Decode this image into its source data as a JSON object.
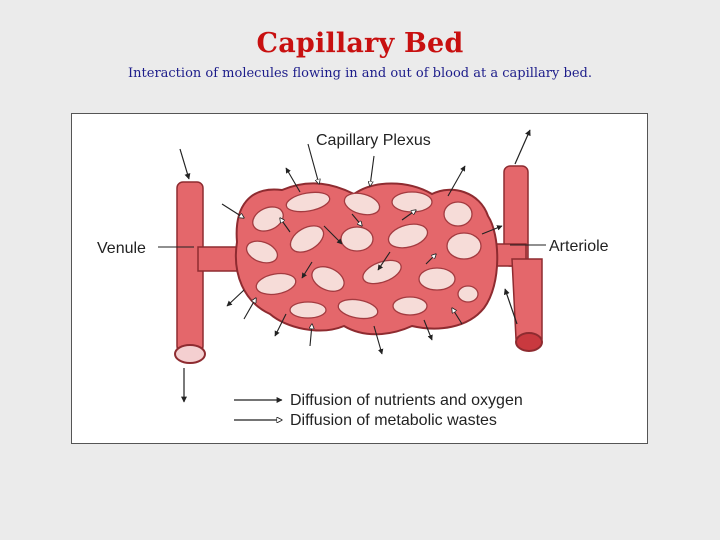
{
  "slide": {
    "title": "Capillary Bed",
    "subtitle": "Interaction of molecules flowing in and out of blood at a capillary bed."
  },
  "diagram": {
    "labels": {
      "plexus": "Capillary Plexus",
      "venule": "Venule",
      "arteriole": "Arteriole"
    },
    "legend": {
      "nutrients": "Diffusion of nutrients and oxygen",
      "wastes": "Diffusion of metabolic wastes"
    }
  },
  "colors": {
    "title": "#c81010",
    "subtitle": "#1c1c8a",
    "vessel_fill": "#e4676b",
    "vessel_stroke": "#8e2b30",
    "tissue_fill": "#f6dcd8",
    "background": "#ebebeb"
  }
}
